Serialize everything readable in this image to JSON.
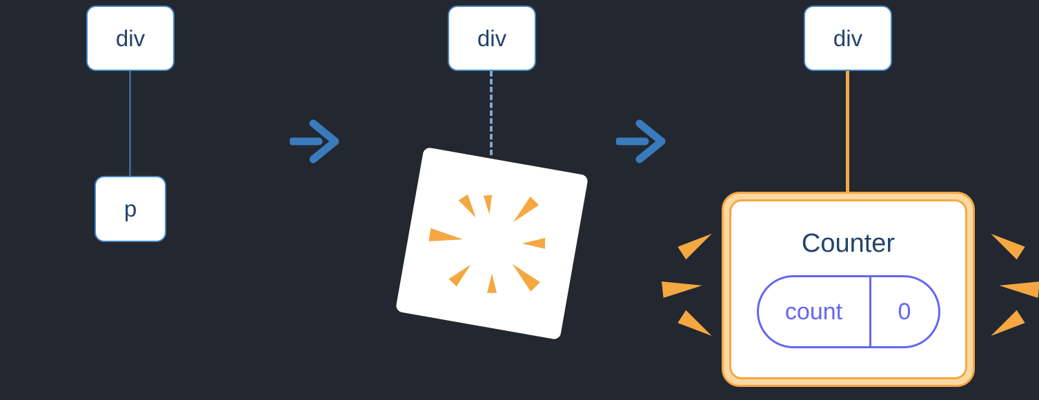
{
  "diagram": {
    "description": "DOM tree transformation: a p element under a div is removed (poof) and replaced by a rendered Counter component with state",
    "stages": [
      {
        "name": "initial-tree",
        "nodes": [
          {
            "label": "div"
          },
          {
            "label": "p"
          }
        ],
        "edge": "solid"
      },
      {
        "name": "node-removed",
        "nodes": [
          {
            "label": "div"
          }
        ],
        "edge": "dashed",
        "effect": "poof-burst"
      },
      {
        "name": "component-rendered",
        "nodes": [
          {
            "label": "div"
          }
        ],
        "edge": "solid-orange",
        "component": {
          "title": "Counter",
          "state": {
            "key": "count",
            "value": "0"
          }
        }
      }
    ],
    "arrows": [
      {
        "icon": "arrow-right-icon"
      },
      {
        "icon": "arrow-right-icon"
      }
    ],
    "colors": {
      "background": "#23272f",
      "node_border": "#4186c6",
      "node_text": "#23436b",
      "edge_blue": "#35678f",
      "edge_dashed_blue": "#7ea9cf",
      "arrow_blue": "#3a7bbe",
      "highlight_orange": "#f5a742",
      "highlight_orange_light": "#fbd9a2",
      "state_indigo": "#6366f1",
      "card_bg": "#ffffff"
    }
  }
}
